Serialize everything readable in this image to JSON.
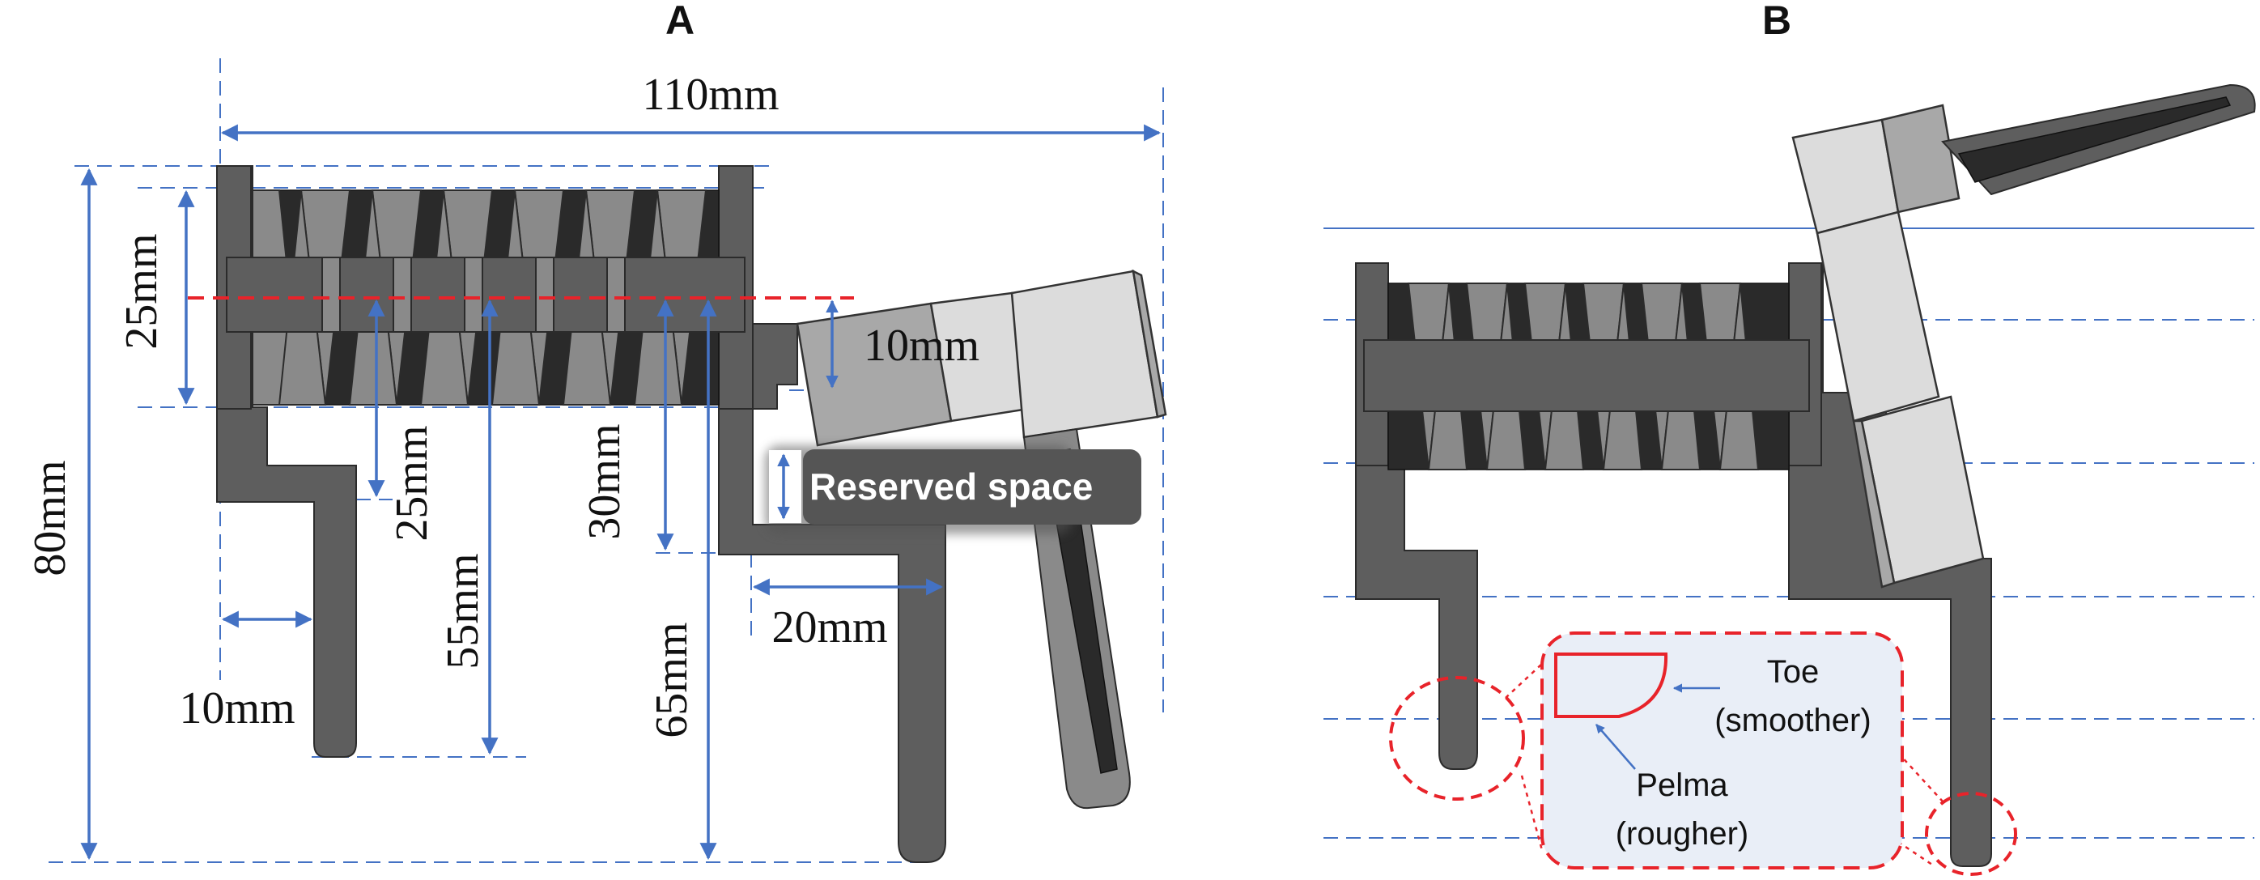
{
  "panels": {
    "a": "A",
    "b": "B"
  },
  "dimensions_a": {
    "overall_width": "110mm",
    "overall_height": "80mm",
    "bellows_height": "25mm",
    "pad_offset": "10mm",
    "leg_length": "25mm",
    "leg_depth": "55mm",
    "rear_height": "30mm",
    "front_depth": "65mm",
    "front_offset": "20mm",
    "leg_width": "10mm"
  },
  "annotations_a": {
    "reserved_space": "Reserved space"
  },
  "callout_b": {
    "toe": "Toe",
    "toe_note": "(smoother)",
    "pelma": "Pelma",
    "pelma_note": "(rougher)"
  },
  "colors": {
    "dimension_line": "#4472C4",
    "highlight_red": "#E8232A",
    "callout_fill": "#E9EEF7",
    "reserved_label_bg": "#555555"
  }
}
